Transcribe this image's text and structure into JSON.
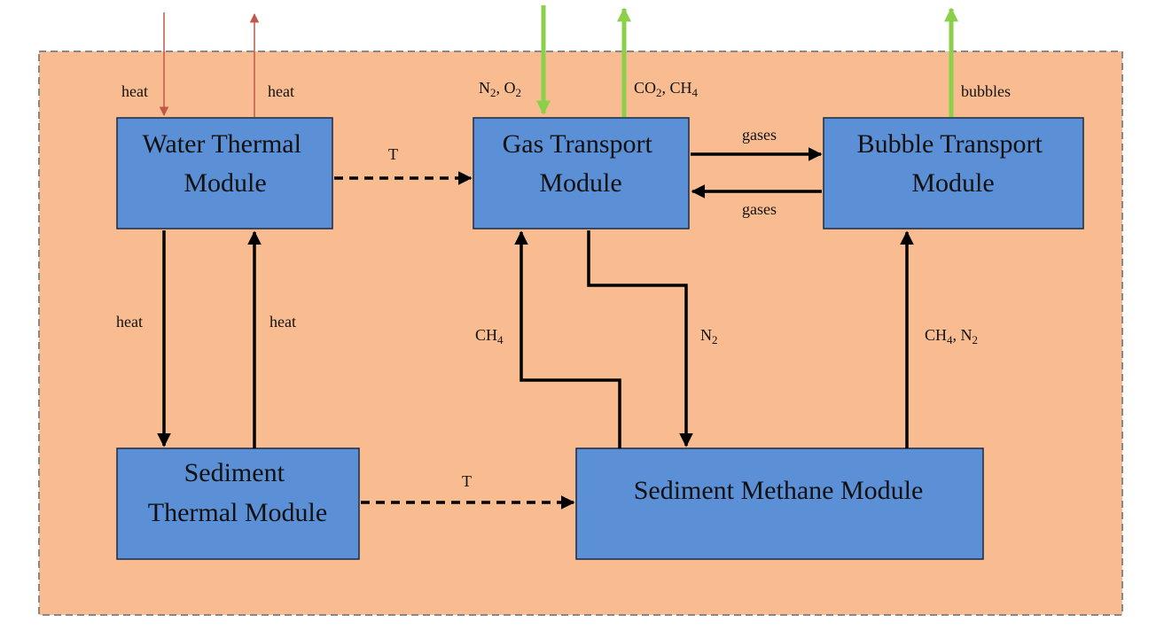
{
  "colors": {
    "background_panel": "#f8bc90",
    "module_fill": "#5b8fd6",
    "border_dashed": "#888888",
    "external_heat_arrows": "#c0584a",
    "external_gas_arrows": "#8ccf4a",
    "internal_arrows": "#000000"
  },
  "modules": {
    "water_thermal": [
      "Water Thermal",
      "Module"
    ],
    "gas_transport": [
      "Gas Transport",
      "Module"
    ],
    "bubble_transport": [
      "Bubble Transport",
      "Module"
    ],
    "sediment_thermal": [
      "Sediment",
      "Thermal Module"
    ],
    "sediment_methane": [
      "Sediment Methane Module"
    ]
  },
  "external_flows": {
    "heat_in": "heat",
    "heat_out": "heat",
    "gas_in": {
      "text": "N",
      "sub1": "2",
      "mid": ", O",
      "sub2": "2"
    },
    "gas_out": {
      "text": "CO",
      "sub1": "2",
      "mid": ", CH",
      "sub2": "4"
    },
    "bubbles_out": "bubbles"
  },
  "internal_flows": {
    "water_to_gas": "T",
    "gas_to_bubble": "gases",
    "bubble_to_gas": "gases",
    "water_to_sediment": "heat",
    "sediment_to_water": "heat",
    "methane_to_gas": {
      "text": "CH",
      "sub": "4"
    },
    "gas_to_methane": {
      "text": "N",
      "sub": "2"
    },
    "methane_to_bubble": {
      "text": "CH",
      "sub1": "4",
      "mid": ", N",
      "sub2": "2"
    },
    "sediment_thermal_to_methane": "T"
  }
}
